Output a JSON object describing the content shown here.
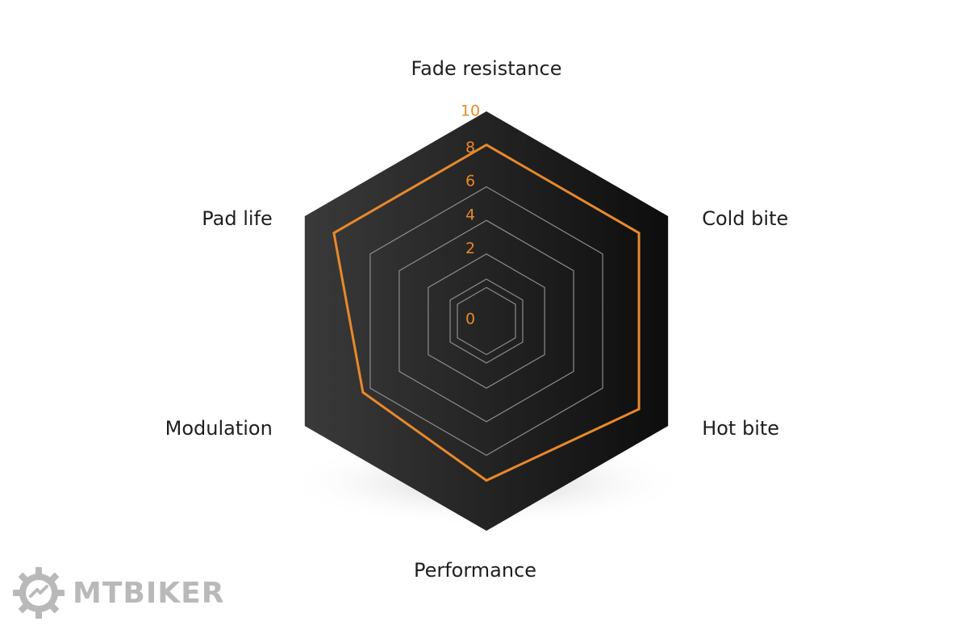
{
  "chart_data": {
    "type": "radar",
    "axes": [
      "Fade resistance",
      "Cold bite",
      "Hot bite",
      "Performance",
      "Modulation",
      "Pad life"
    ],
    "values": [
      8,
      8,
      8,
      7,
      6,
      8
    ],
    "r_ticks": [
      "0",
      "2",
      "4",
      "6",
      "8",
      "10"
    ],
    "rlim": [
      0,
      10
    ],
    "colors": {
      "background": "#222222",
      "series": "#e8892b",
      "grid": "#8c8c8c",
      "ticks": "#e8892b"
    }
  },
  "logo": {
    "text": "MTBIKER",
    "icon": "gear-icon"
  }
}
